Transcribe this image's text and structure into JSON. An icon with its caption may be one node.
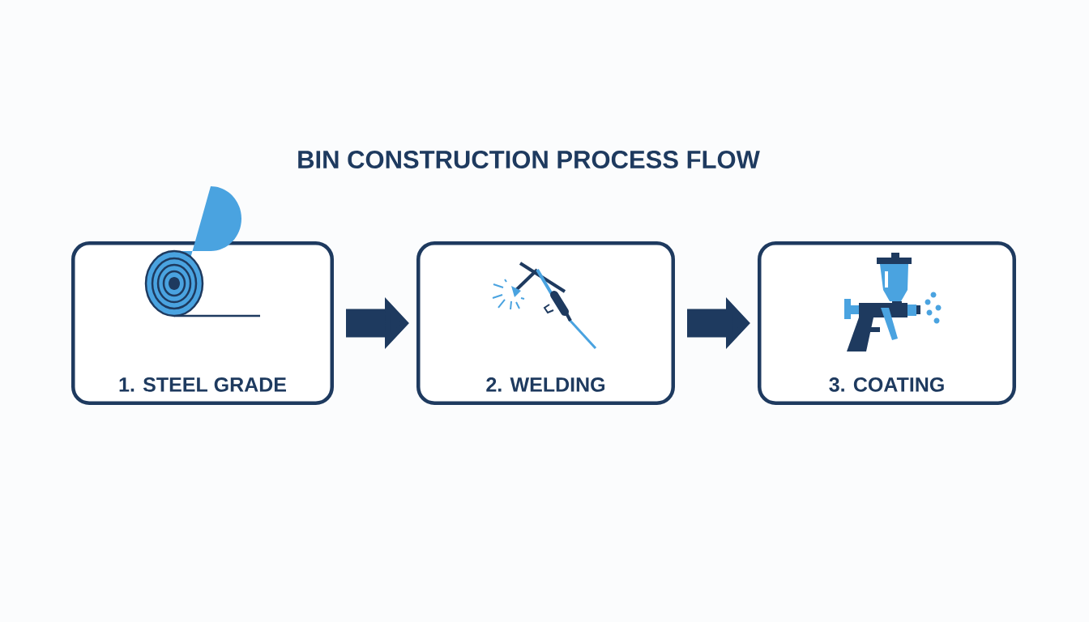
{
  "diagram": {
    "title": "BIN CONSTRUCTION PROCESS FLOW",
    "nodes": [
      {
        "text": [
          "1. STEEL GRADE"
        ]
      },
      {
        "text": [
          "2. WELDING"
        ]
      },
      {
        "text": [
          "3. COATING"
        ]
      }
    ],
    "edges": [
      {
        "from": 0,
        "to": 1,
        "arrow": "to"
      },
      {
        "from": 1,
        "to": 2,
        "arrow": "to"
      }
    ]
  }
}
